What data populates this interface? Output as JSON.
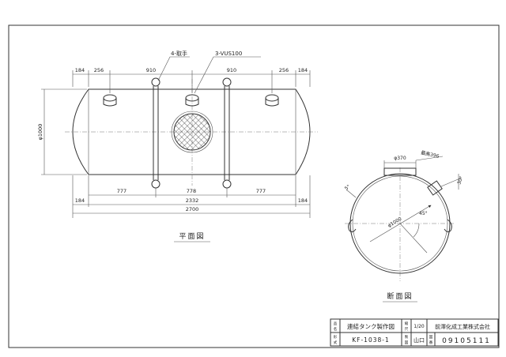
{
  "plan_view": {
    "label": "平面図",
    "callouts": {
      "handle": "4-取手",
      "vus": "3-VUS100"
    },
    "top_dims": [
      "184",
      "256",
      "910",
      "910",
      "256",
      "184"
    ],
    "bottom_dims": [
      "777",
      "778",
      "777"
    ],
    "bottom_row2": [
      "184",
      "2332",
      "184"
    ],
    "overall": "2700",
    "diameter": "φ1000"
  },
  "section_view": {
    "label": "断面図",
    "dims": {
      "phi370": "φ370",
      "manhole": "最高396",
      "slope": "30°",
      "r": "5°",
      "dia": "φ1000",
      "angle": "45°"
    }
  },
  "title_block": {
    "h_name": "品\n名",
    "name": "連結タンク製作図",
    "h_scale": "縮\n尺",
    "scale": "1/20",
    "company": "前澤化成工業株式会社",
    "h_model": "形\n式",
    "model": "KF-1038-1",
    "h_drawer": "製\n図",
    "drawer": "山口",
    "h_no": "図\n番",
    "drawing_no": "09105111"
  }
}
